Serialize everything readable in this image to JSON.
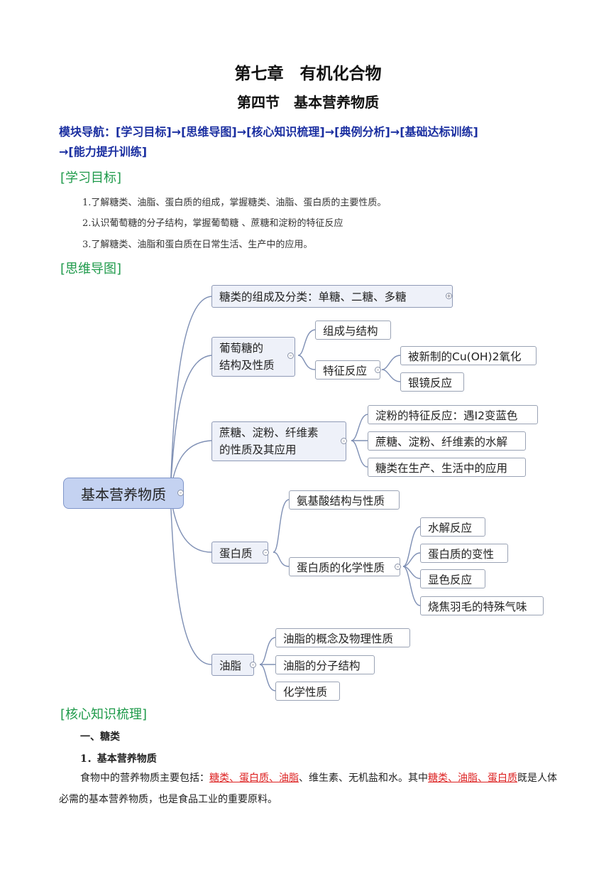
{
  "title": "第七章　有机化合物",
  "subtitle": "第四节　基本营养物质",
  "nav": {
    "prefix": "模块导航：",
    "items": [
      "[学习目标]",
      "[思维导图]",
      "[核心知识梳理]",
      "[典例分析]",
      "[基础达标训练]",
      "[能力提升训练]"
    ],
    "arrow": "→"
  },
  "section_goals": "[学习目标]",
  "goals": [
    "1.了解糖类、油脂、蛋白质的组成，掌握糖类、油脂、蛋白质的主要性质。",
    "2.认识葡萄糖的分子结构，掌握葡萄糖 、蔗糖和淀粉的特征反应",
    "3.了解糖类、油脂和蛋白质在日常生活、生产中的应用。"
  ],
  "section_mindmap": "[思维导图]",
  "mindmap": {
    "root": "基本营养物质",
    "b1": "糖类的组成及分类：单糖、二糖、多糖",
    "b2_l1": "葡萄糖的",
    "b2_l2": "结构及性质",
    "b2_c1": "组成与结构",
    "b2_c2": "特征反应",
    "b2_c2a": "被新制的Cu(OH)2氧化",
    "b2_c2b": "银镜反应",
    "b3_l1": "蔗糖、淀粉、纤维素",
    "b3_l2": "的性质及其应用",
    "b3_c1": "淀粉的特征反应：遇I2变蓝色",
    "b3_c2": "蔗糖、淀粉、纤维素的水解",
    "b3_c3": "糖类在生产、生活中的应用",
    "b4": "蛋白质",
    "b4_c1": "氨基酸结构与性质",
    "b4_c2": "蛋白质的化学性质",
    "b4_c2a": "水解反应",
    "b4_c2b": "蛋白质的变性",
    "b4_c2c": "显色反应",
    "b4_c2d": "烧焦羽毛的特殊气味",
    "b5": "油脂",
    "b5_c1": "油脂的概念及物理性质",
    "b5_c2": "油脂的分子结构",
    "b5_c3": "化学性质"
  },
  "section_core": "[核心知识梳理]",
  "heading1": "一、糖类",
  "heading2": "1．基本营养物质",
  "para": {
    "p1": "食物中的营养物质主要包括：",
    "r1": "糖类、蛋白质、油脂",
    "p2": "、维生素、无机盐和水。其中",
    "r2": "糖类、油脂、蛋白质",
    "p3": "既是人体必需的基本营养物质，也是食品工业的重要原料。"
  }
}
